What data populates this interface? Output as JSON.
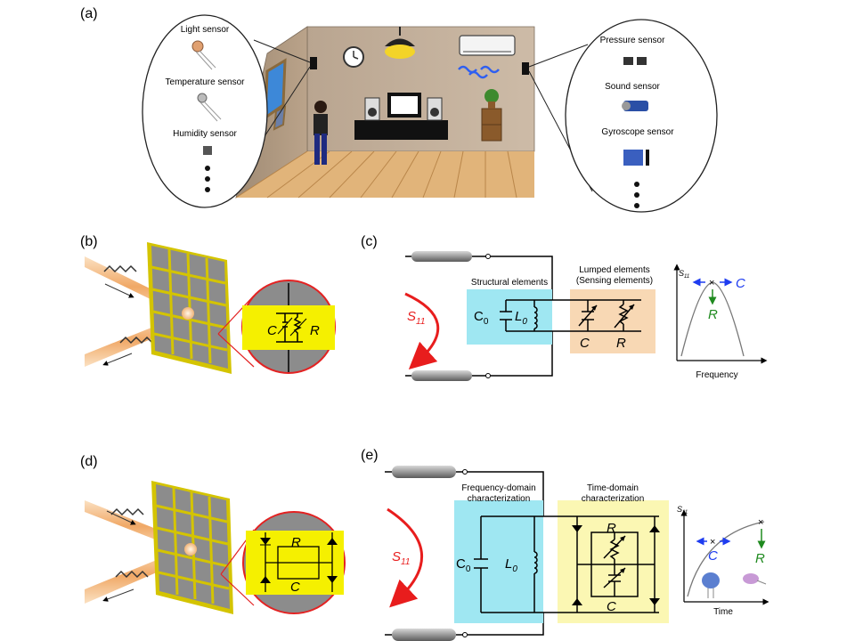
{
  "panels": {
    "a": "(a)",
    "b": "(b)",
    "c": "(c)",
    "d": "(d)",
    "e": "(e)"
  },
  "left_bubble": {
    "sensors": [
      "Light sensor",
      "Temperature sensor",
      "Humidity sensor"
    ]
  },
  "right_bubble": {
    "sensors": [
      "Pressure sensor",
      "Sound sensor",
      "Gyroscope sensor"
    ]
  },
  "panel_b": {
    "c_label": "C",
    "r_label": "R"
  },
  "panel_c": {
    "structural_label": "Structural elements",
    "lumped_label_line1": "Lumped elements",
    "lumped_label_line2": "(Sensing elements)",
    "s11": "S",
    "s11_sub": "11",
    "c0": "C",
    "c0_sub": "0",
    "l0": "L",
    "l0_sub": "0",
    "c_label": "C",
    "r_label": "R",
    "plot": {
      "y_label": "S",
      "y_sub": "11",
      "x_label": "Frequency",
      "c_annot": "C",
      "r_annot": "R"
    }
  },
  "panel_d": {
    "c_label": "C",
    "r_label": "R"
  },
  "panel_e": {
    "freq_label_line1": "Frequency-domain",
    "freq_label_line2": "characterization",
    "time_label_line1": "Time-domain",
    "time_label_line2": "characterization",
    "s11": "S",
    "s11_sub": "11",
    "c0": "C",
    "c0_sub": "0",
    "l0": "L",
    "l0_sub": "0",
    "c_label": "C",
    "r_label": "R",
    "plot": {
      "y_label": "S",
      "y_sub": "11",
      "x_label": "Time",
      "c_annot": "C",
      "r_annot": "R"
    }
  },
  "colors": {
    "metasurface_frame": "#d4c400",
    "metasurface_fill": "#8c8c8c",
    "zoom_red": "#e32222",
    "zoom_yellow": "#f5f000",
    "laser": "#f0b378",
    "cyan_box": "#9fe7f2",
    "peach_box": "#f8d8b4",
    "lightyellow_box": "#fbf7b3",
    "s11_arrow": "#e81d1d",
    "annot_blue": "#1e3cf0",
    "annot_green": "#1f8a1f"
  }
}
